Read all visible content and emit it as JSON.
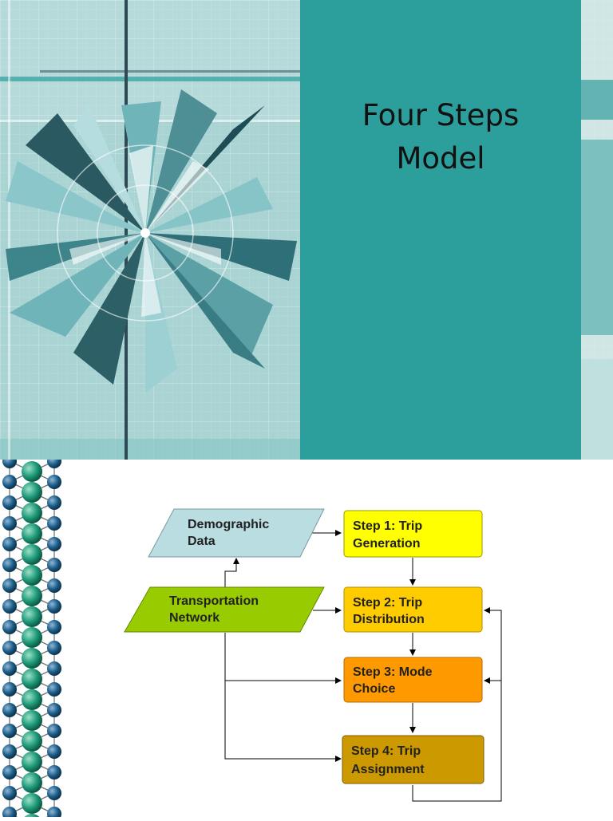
{
  "title": {
    "line1": "Four Steps",
    "line2": "Model"
  },
  "diagram": {
    "nodes": {
      "demographic": {
        "line1": "Demographic",
        "line2": "Data"
      },
      "transport": {
        "line1": "Transportation",
        "line2": "Network"
      },
      "step1": {
        "line1": "Step 1:  Trip",
        "line2": "Generation"
      },
      "step2": {
        "line1": "Step 2:  Trip",
        "line2": "Distribution"
      },
      "step3": {
        "line1": "Step 3:  Mode",
        "line2": "Choice"
      },
      "step4": {
        "line1": "Step 4:  Trip",
        "line2": "Assignment"
      }
    },
    "colors": {
      "demographic": "#b9dde1",
      "transport": "#99cc00",
      "step1": "#ffff00",
      "step2": "#ffcc00",
      "step3": "#ff9900",
      "step4": "#cc9900",
      "title_panel": "#2c9e9b"
    }
  }
}
